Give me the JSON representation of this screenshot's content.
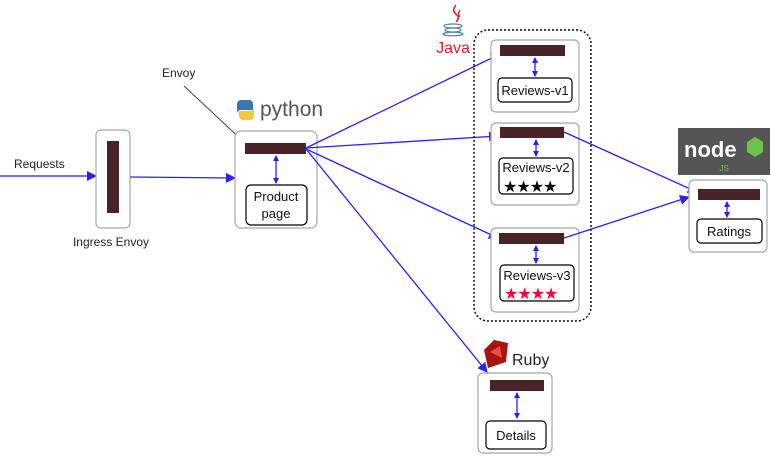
{
  "labels": {
    "requests": "Requests",
    "ingress": "Ingress Envoy",
    "envoy": "Envoy"
  },
  "services": {
    "productpage": {
      "line1": "Product",
      "line2": "page"
    },
    "reviews_v1": "Reviews-v1",
    "reviews_v2": {
      "name": "Reviews-v2",
      "stars": "★★★★",
      "star_color": "#000000"
    },
    "reviews_v3": {
      "name": "Reviews-v3",
      "stars": "★★★★",
      "star_color": "#f0083b"
    },
    "ratings": "Ratings",
    "details": "Details"
  },
  "languages": {
    "python": "python",
    "java": "Java",
    "ruby": "Ruby",
    "node": "node",
    "node_js": "JS"
  },
  "colors": {
    "envoy_bar": "#4a2329",
    "flow": "#2a1fff",
    "java": "#e11f21",
    "ruby": "#a8130e",
    "node_bg": "#555555",
    "node_green": "#6cc24a"
  }
}
